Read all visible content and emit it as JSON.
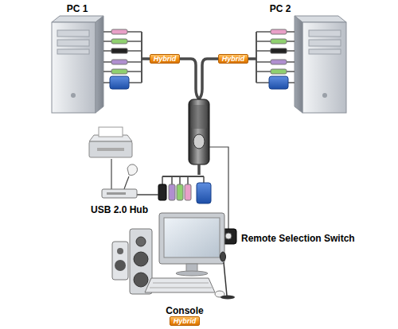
{
  "diagram": {
    "nodes": [
      {
        "text": [
          "PC 1"
        ]
      },
      {
        "text": [
          "PC 2"
        ]
      },
      {
        "text": [
          "Hybrid"
        ]
      },
      {
        "text": [
          "Hybrid"
        ]
      },
      {
        "text": [
          "USB 2.0 Hub"
        ]
      },
      {
        "text": [
          "Remote Selection Switch"
        ]
      },
      {
        "text": [
          "Console"
        ]
      },
      {
        "text": [
          "Hybrid"
        ]
      }
    ]
  }
}
